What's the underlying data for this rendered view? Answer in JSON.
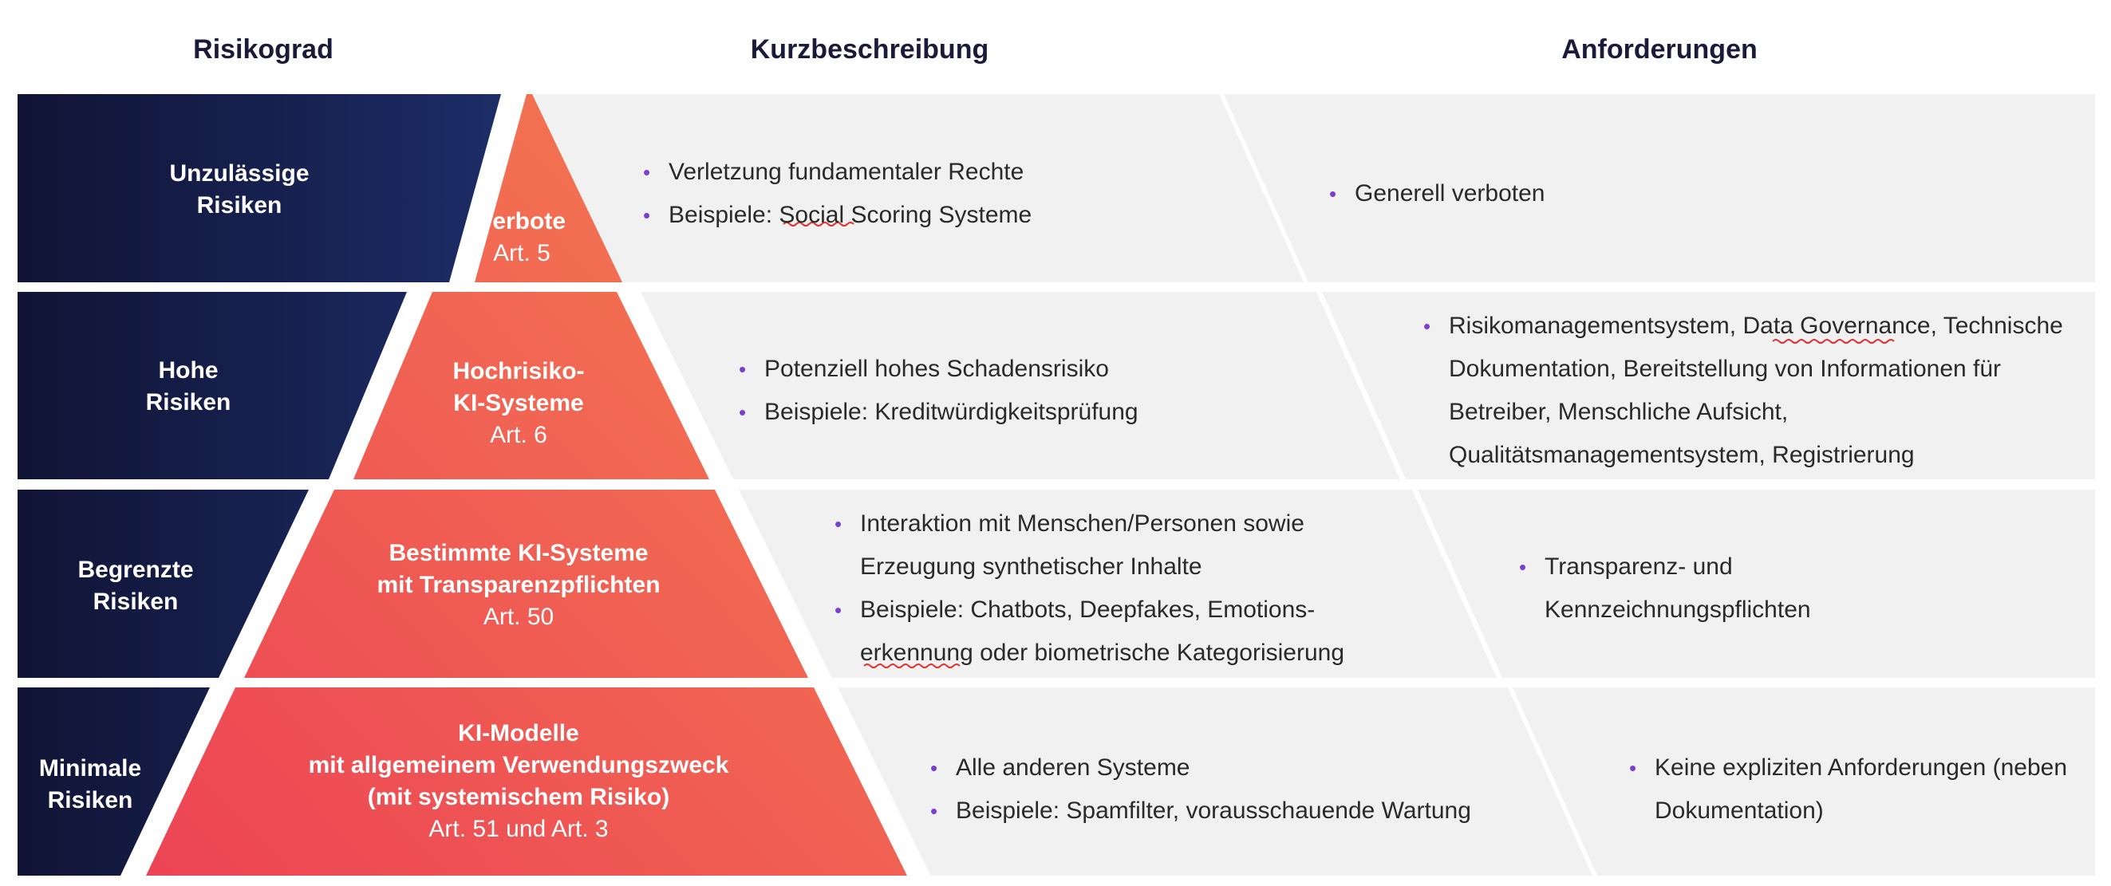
{
  "headers": {
    "risk_level": "Risikograd",
    "short_description": "Kurzbeschreibung",
    "requirements": "Anforderungen"
  },
  "colors": {
    "navy_dark": "#101333",
    "navy": "#1c2c66",
    "pyramid_red": "#ec4354",
    "pyramid_orange": "#f47a52",
    "panel_gray": "#f1f1f1",
    "bullet_purple": "#7a3fd1",
    "squiggle_red": "#e03030"
  },
  "rows": [
    {
      "level": [
        "Unzulässige",
        "Risiken"
      ],
      "pyramid": {
        "bold": [
          "Verbote"
        ],
        "normal": "Art. 5"
      },
      "description": [
        "Verletzung fundamentaler Rechte",
        "Beispiele: Social Scoring Systeme"
      ],
      "requirements": [
        "Generell verboten"
      ]
    },
    {
      "level": [
        "Hohe",
        "Risiken"
      ],
      "pyramid": {
        "bold": [
          "Hochrisiko-",
          "KI-Systeme"
        ],
        "normal": "Art. 6"
      },
      "description": [
        "Potenziell hohes Schadensrisiko",
        "Beispiele: Kreditwürdigkeitsprüfung"
      ],
      "requirements": [
        "Risikomanagementsystem, Data Governance, Technische Dokumentation, Bereitstellung von Informationen für Betreiber, Menschliche Aufsicht, Qualitätsmanagementsystem, Registrierung"
      ]
    },
    {
      "level": [
        "Begrenzte",
        "Risiken"
      ],
      "pyramid": {
        "bold": [
          "Bestimmte KI-Systeme",
          "mit Transparenzpflichten"
        ],
        "normal": "Art. 50"
      },
      "description": [
        "Interaktion mit Menschen/Personen sowie Erzeugung synthetischer Inhalte",
        "Beispiele: Chatbots, Deepfakes, Emotions-erkennung oder biometrische Kategorisierung"
      ],
      "requirements": [
        "Transparenz- und Kennzeichnungspflichten"
      ]
    },
    {
      "level": [
        "Minimale",
        "Risiken"
      ],
      "pyramid": {
        "bold": [
          "KI-Modelle",
          "mit allgemeinem Verwendungszweck",
          "(mit systemischem Risiko)"
        ],
        "normal": "Art. 51 und Art. 3"
      },
      "description": [
        "Alle anderen Systeme",
        "Beispiele: Spamfilter, vorausschauende Wartung"
      ],
      "requirements": [
        "Keine expliziten Anforderungen (neben Dokumentation)"
      ]
    }
  ]
}
